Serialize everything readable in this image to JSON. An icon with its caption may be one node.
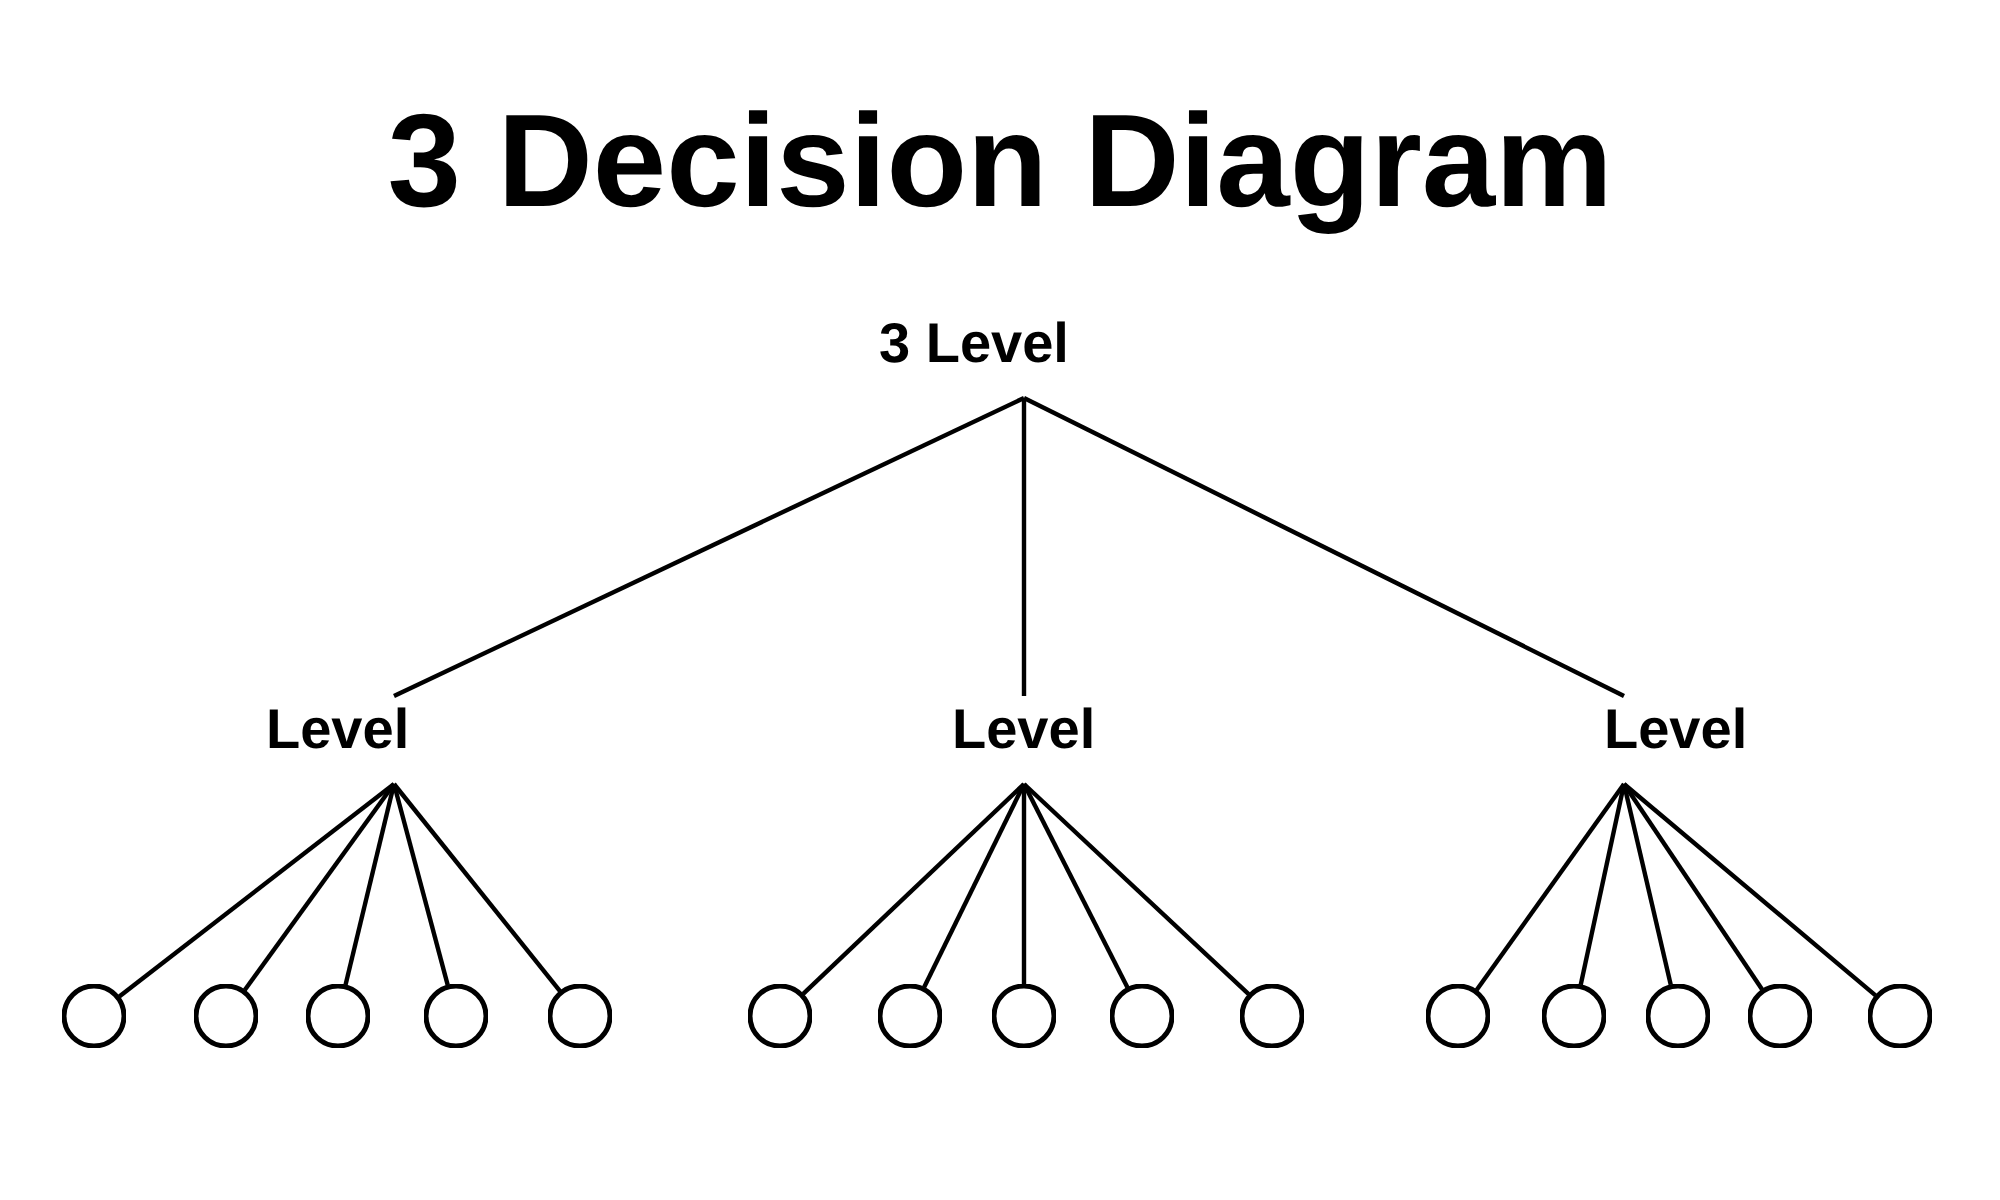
{
  "diagram": {
    "title": "3 Decision Diagram",
    "nodes": [
      {
        "text": [
          "3 Level"
        ]
      },
      {
        "text": [
          "Level"
        ]
      },
      {
        "text": [
          "Level"
        ]
      },
      {
        "text": [
          "Level"
        ]
      },
      {
        "text": [],
        "shape": "circle"
      },
      {
        "text": [],
        "shape": "circle"
      },
      {
        "text": [],
        "shape": "circle"
      },
      {
        "text": [],
        "shape": "circle"
      },
      {
        "text": [],
        "shape": "circle"
      },
      {
        "text": [],
        "shape": "circle"
      },
      {
        "text": [],
        "shape": "circle"
      },
      {
        "text": [],
        "shape": "circle"
      },
      {
        "text": [],
        "shape": "circle"
      },
      {
        "text": [],
        "shape": "circle"
      },
      {
        "text": [],
        "shape": "circle"
      },
      {
        "text": [],
        "shape": "circle"
      },
      {
        "text": [],
        "shape": "circle"
      },
      {
        "text": [],
        "shape": "circle"
      },
      {
        "text": [],
        "shape": "circle"
      }
    ],
    "edges": [
      {
        "from": 0,
        "to": 1,
        "arrow": "none"
      },
      {
        "from": 0,
        "to": 2,
        "arrow": "none"
      },
      {
        "from": 0,
        "to": 3,
        "arrow": "none"
      },
      {
        "from": 1,
        "to": 4,
        "arrow": "none"
      },
      {
        "from": 1,
        "to": 5,
        "arrow": "none"
      },
      {
        "from": 1,
        "to": 6,
        "arrow": "none"
      },
      {
        "from": 1,
        "to": 7,
        "arrow": "none"
      },
      {
        "from": 1,
        "to": 8,
        "arrow": "none"
      },
      {
        "from": 2,
        "to": 9,
        "arrow": "none"
      },
      {
        "from": 2,
        "to": 10,
        "arrow": "none"
      },
      {
        "from": 2,
        "to": 11,
        "arrow": "none"
      },
      {
        "from": 2,
        "to": 12,
        "arrow": "none"
      },
      {
        "from": 2,
        "to": 13,
        "arrow": "none"
      },
      {
        "from": 3,
        "to": 14,
        "arrow": "none"
      },
      {
        "from": 3,
        "to": 15,
        "arrow": "none"
      },
      {
        "from": 3,
        "to": 16,
        "arrow": "none"
      },
      {
        "from": 3,
        "to": 17,
        "arrow": "none"
      },
      {
        "from": 3,
        "to": 18,
        "arrow": "none"
      }
    ]
  }
}
